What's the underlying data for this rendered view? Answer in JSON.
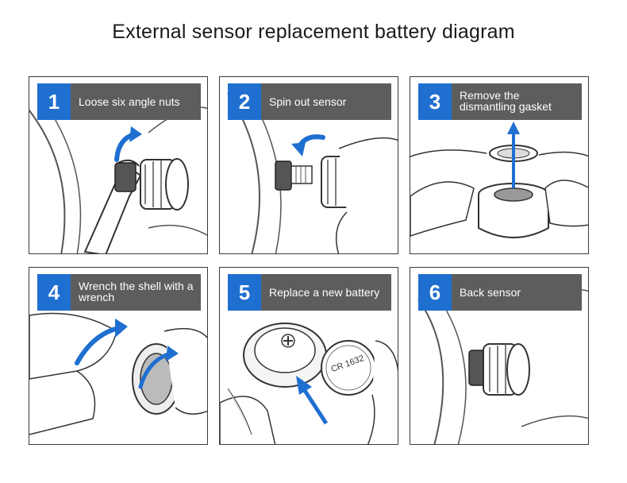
{
  "title": "External sensor replacement battery diagram",
  "steps": [
    {
      "number": "1",
      "label": "Loose six angle nuts"
    },
    {
      "number": "2",
      "label": "Spin out sensor"
    },
    {
      "number": "3",
      "label": "Remove the dismantling gasket"
    },
    {
      "number": "4",
      "label": "Wrench the shell with a wrench"
    },
    {
      "number": "5",
      "label": "Replace a new battery"
    },
    {
      "number": "6",
      "label": "Back sensor"
    }
  ],
  "battery_text": "CR 1632",
  "colors": {
    "accent_blue": "#1f6fd0",
    "header_gray": "#5d5d5d",
    "arrow_blue": "#1f6fd0"
  }
}
